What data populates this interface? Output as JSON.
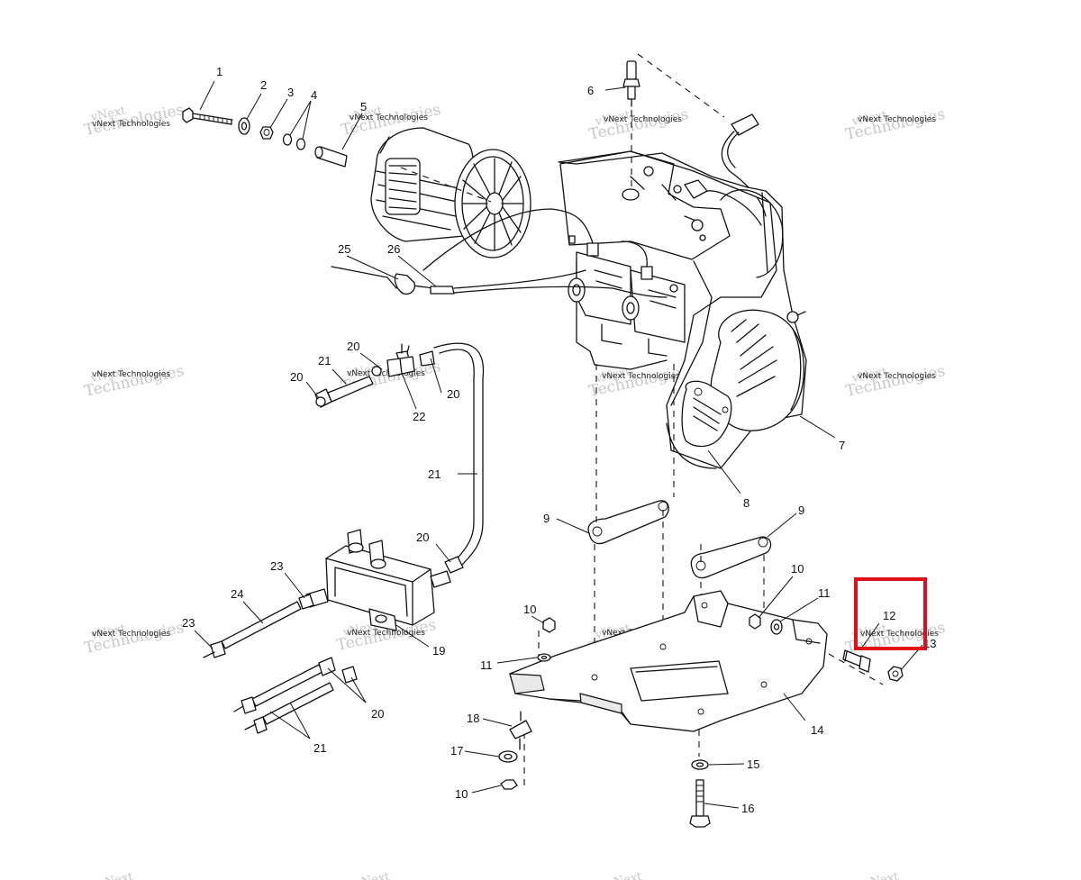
{
  "watermark": {
    "line1": "vNext Technologies",
    "line2": "vNext",
    "line3": "Technologies"
  },
  "callouts": [
    {
      "id": "c1",
      "label": "1"
    },
    {
      "id": "c2",
      "label": "2"
    },
    {
      "id": "c3",
      "label": "3"
    },
    {
      "id": "c4",
      "label": "4"
    },
    {
      "id": "c5",
      "label": "5"
    },
    {
      "id": "c6",
      "label": "6"
    },
    {
      "id": "c7",
      "label": "7"
    },
    {
      "id": "c8",
      "label": "8"
    },
    {
      "id": "c9a",
      "label": "9"
    },
    {
      "id": "c9b",
      "label": "9"
    },
    {
      "id": "c10a",
      "label": "10"
    },
    {
      "id": "c10b",
      "label": "10"
    },
    {
      "id": "c10c",
      "label": "10"
    },
    {
      "id": "c11a",
      "label": "11"
    },
    {
      "id": "c11b",
      "label": "11"
    },
    {
      "id": "c12",
      "label": "12"
    },
    {
      "id": "c13",
      "label": "13"
    },
    {
      "id": "c14",
      "label": "14"
    },
    {
      "id": "c15",
      "label": "15"
    },
    {
      "id": "c16",
      "label": "16"
    },
    {
      "id": "c17",
      "label": "17"
    },
    {
      "id": "c18",
      "label": "18"
    },
    {
      "id": "c19",
      "label": "19"
    },
    {
      "id": "c20a",
      "label": "20"
    },
    {
      "id": "c20b",
      "label": "20"
    },
    {
      "id": "c20c",
      "label": "20"
    },
    {
      "id": "c20d",
      "label": "20"
    },
    {
      "id": "c20e",
      "label": "20"
    },
    {
      "id": "c21a",
      "label": "21"
    },
    {
      "id": "c21b",
      "label": "21"
    },
    {
      "id": "c21c",
      "label": "21"
    },
    {
      "id": "c22",
      "label": "22"
    },
    {
      "id": "c23a",
      "label": "23"
    },
    {
      "id": "c23b",
      "label": "23"
    },
    {
      "id": "c24",
      "label": "24"
    },
    {
      "id": "c25",
      "label": "25"
    },
    {
      "id": "c26",
      "label": "26"
    }
  ],
  "highlight": {
    "part": "12",
    "color": "#e0101a"
  }
}
